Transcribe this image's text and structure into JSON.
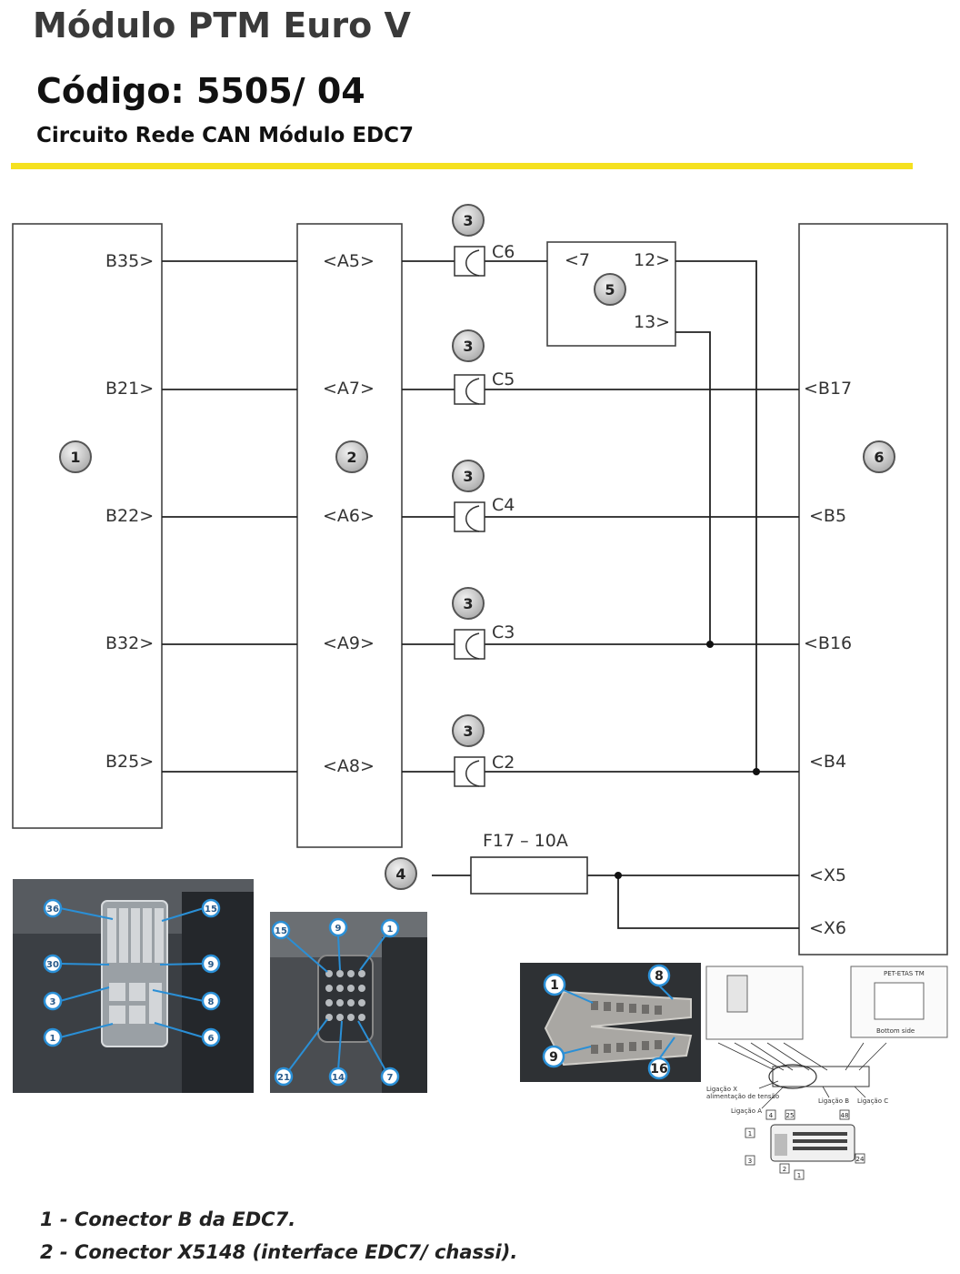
{
  "header": {
    "title": "Módulo PTM Euro V",
    "code": "Código: 5505/ 04",
    "subtitle": "Circuito Rede CAN Módulo EDC7"
  },
  "diagram": {
    "callouts": [
      "1",
      "2",
      "3",
      "4",
      "5",
      "6"
    ],
    "module1_pins": [
      "B35>",
      "B21>",
      "B22>",
      "B32>",
      "B25>"
    ],
    "module2_pins": [
      "<A5>",
      "<A7>",
      "<A6>",
      "<A9>",
      "<A8>"
    ],
    "connectors": [
      "C6",
      "C5",
      "C4",
      "C3",
      "C2"
    ],
    "module5_pins": [
      "<7",
      "12>",
      "13>"
    ],
    "module6_pins": [
      "<B17",
      "<B5",
      "<B16",
      "<B4",
      "<X5",
      "<X6"
    ],
    "fuse_label": "F17 – 10A"
  },
  "photos": {
    "photo1_labels": [
      "36",
      "15",
      "30",
      "9",
      "3",
      "8",
      "1",
      "6"
    ],
    "photo2_labels": [
      "15",
      "9",
      "1",
      "21",
      "14",
      "7"
    ],
    "photo3_labels": [
      "1",
      "8",
      "9",
      "16"
    ],
    "panel_header": "PET-ETAS TM",
    "panel_bottom": "Bottom side",
    "ligacao_x": "Ligação X",
    "ligacao_x_sub": "alimentação de tensão",
    "ligacao_a": "Ligação A",
    "ligacao_b": "Ligação B",
    "ligacao_c": "Ligação C",
    "pin_numbers": [
      "4",
      "25",
      "48",
      "1",
      "3",
      "2",
      "1",
      "24"
    ]
  },
  "legend": [
    "1 - Conector B da EDC7.",
    "2 - Conector X5148 (interface EDC7/  chassi)."
  ],
  "colors": {
    "accent_rule": "#f5e11f",
    "photo_label": "#2a8fd6"
  }
}
